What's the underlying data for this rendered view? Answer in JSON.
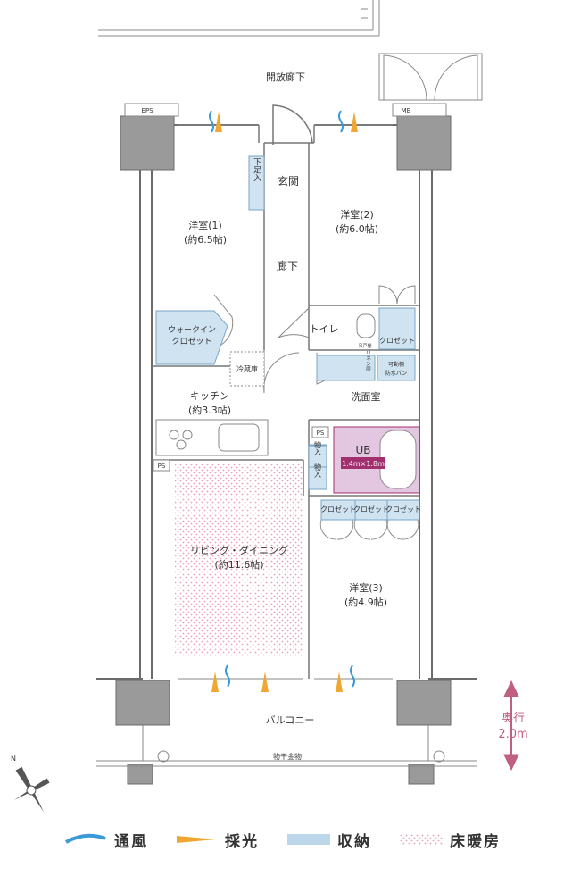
{
  "labels": {
    "corridor_open": "開放廊下",
    "eps": "EPS",
    "mb": "MB",
    "shoe_box": "下足入",
    "entrance": "玄関",
    "room1_name": "洋室(1)",
    "room1_size": "(約6.5帖)",
    "room2_name": "洋室(2)",
    "room2_size": "(約6.0帖)",
    "hallway": "廊下",
    "walkin_1": "ウォークイン",
    "walkin_2": "クロゼット",
    "toilet": "トイレ",
    "closet": "クロゼット",
    "hanging_shelf": "吊戸棚",
    "fridge": "冷蔵庫",
    "linen": "リネン庫",
    "movable_shelf": "可動棚",
    "waterproof_pan": "防水パン",
    "kitchen_name": "キッチン",
    "kitchen_size": "(約3.3帖)",
    "washroom": "洗面室",
    "ps": "PS",
    "storage": "物入",
    "ub": "UB",
    "ub_size": "1.4m×1.8m",
    "living_name": "リビング・ダイニング",
    "living_size": "(約11.6帖)",
    "room3_name": "洋室(3)",
    "room3_size": "(約4.9帖)",
    "balcony": "バルコニー",
    "depth_label": "奥行",
    "depth_value": "2.0m",
    "drying_rack": "物干金物",
    "north": "N"
  },
  "legend": [
    {
      "label": "通風",
      "color": "#3a9ad8"
    },
    {
      "label": "採光",
      "color": "#f0a630"
    },
    {
      "label": "収納",
      "color": "#bcd6ea"
    },
    {
      "label": "床暖房",
      "color": "#e6a9bf"
    }
  ],
  "colors": {
    "storage_fill": "#cfe3f1",
    "floor_heating": "#e8a6bd",
    "bath_fill": "#e3c6e0",
    "bath_accent": "#a3306e",
    "depth_arrow": "#c06080",
    "wall": "#6b6b6b"
  }
}
